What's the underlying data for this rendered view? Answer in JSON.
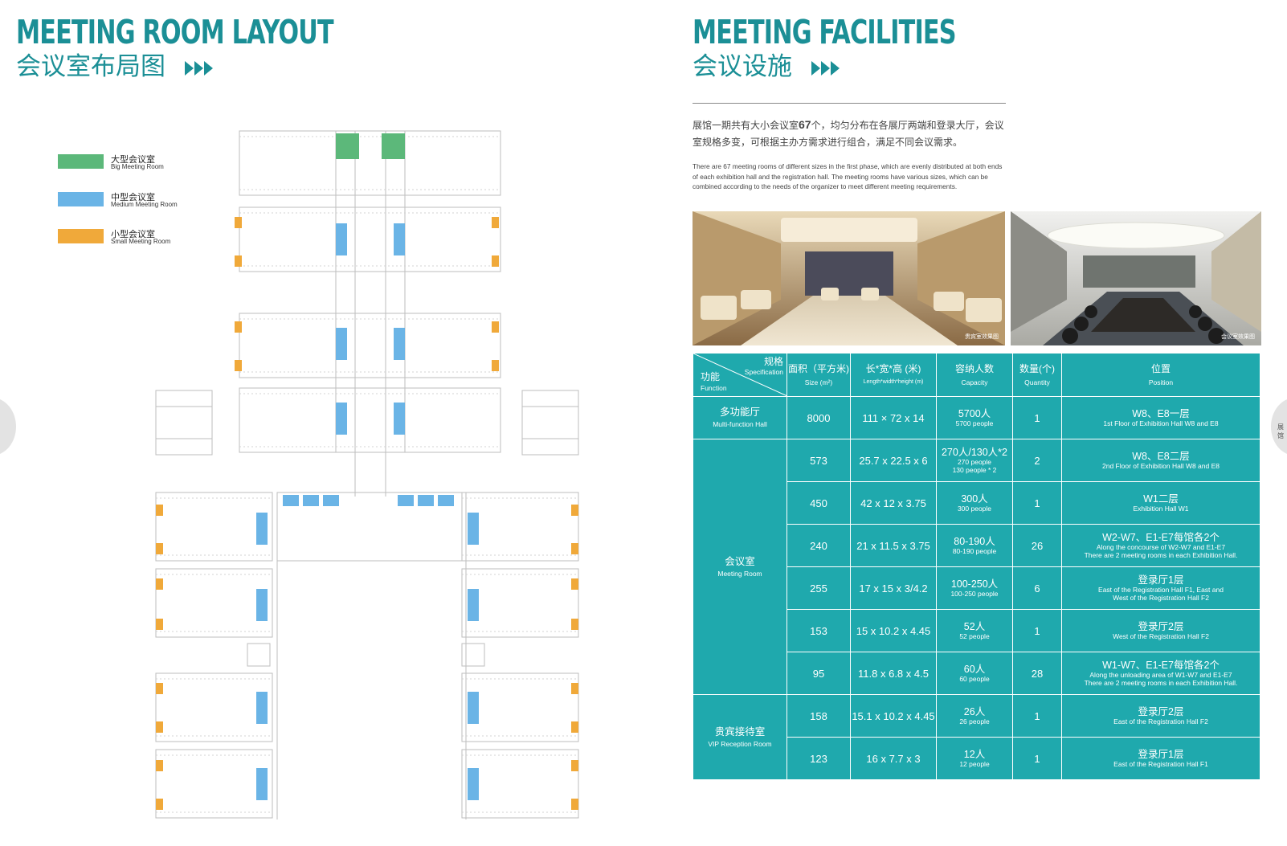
{
  "left": {
    "title_en": "MEETING ROOM LAYOUT",
    "title_cn": "会议室布局图",
    "legend": [
      {
        "cn": "大型会议室",
        "en": "Big Meeting Room",
        "color": "#5cb87a"
      },
      {
        "cn": "中型会议室",
        "en": "Medium Meeting Room",
        "color": "#6ab4e6"
      },
      {
        "cn": "小型会议室",
        "en": "Small Meeting Room",
        "color": "#f0a93a"
      }
    ]
  },
  "right": {
    "title_en": "MEETING FACILITIES",
    "title_cn": "会议设施",
    "intro_cn_before": "展馆一期共有大小会议室",
    "intro_cn_count": "67",
    "intro_cn_after": "个，均匀分布在各展厅两端和登录大厅，会议室规格多变，可根据主办方需求进行组合，满足不同会议需求。",
    "intro_en": "There are 67 meeting rooms of different sizes in the first phase, which are evenly distributed at both ends of each exhibition hall and the registration hall. The meeting rooms have various sizes, which can be combined according to the needs of the organizer to meet different meeting requirements.",
    "photo1_caption": "贵宾室效果图",
    "photo2_caption": "会议室效果图",
    "table": {
      "header": {
        "spec_cn": "规格",
        "spec_en": "Specification",
        "func_cn": "功能",
        "func_en": "Function",
        "size_cn": "面积（平方米)",
        "size_en": "Size (m²)",
        "dim_cn": "长*宽*高 (米)",
        "dim_en": "Length*width*height (m)",
        "cap_cn": "容纳人数",
        "cap_en": "Capacity",
        "qty_cn": "数量(个)",
        "qty_en": "Quantity",
        "pos_cn": "位置",
        "pos_en": "Position"
      },
      "groups": {
        "multi_cn": "多功能厅",
        "multi_en": "Multi-function Hall",
        "meeting_cn": "会议室",
        "meeting_en": "Meeting Room",
        "vip_cn": "贵宾接待室",
        "vip_en": "VIP Reception Room"
      },
      "rows": [
        {
          "size": "8000",
          "dim": "111 × 72 x 14",
          "cap_cn": "5700人",
          "cap_en": "5700 people",
          "cap_en2": "",
          "qty": "1",
          "pos_cn": "W8、E8一层",
          "pos_en": "1st Floor of Exhibition Hall W8 and E8",
          "pos_en2": ""
        },
        {
          "size": "573",
          "dim": "25.7 x 22.5 x  6",
          "cap_cn": "270人/130人*2",
          "cap_en": "270 people",
          "cap_en2": "130 people * 2",
          "qty": "2",
          "pos_cn": "W8、E8二层",
          "pos_en": "2nd Floor of Exhibition Hall W8 and E8",
          "pos_en2": ""
        },
        {
          "size": "450",
          "dim": "42 x 12 x  3.75",
          "cap_cn": "300人",
          "cap_en": "300 people",
          "cap_en2": "",
          "qty": "1",
          "pos_cn": "W1二层",
          "pos_en": "Exhibition Hall W1",
          "pos_en2": ""
        },
        {
          "size": "240",
          "dim": "21 x 11.5 x 3.75",
          "cap_cn": "80-190人",
          "cap_en": "80-190 people",
          "cap_en2": "",
          "qty": "26",
          "pos_cn": "W2-W7、E1-E7每馆各2个",
          "pos_en": "Along the concourse of W2-W7 and E1-E7",
          "pos_en2": "There are 2 meeting rooms in each Exhibition Hall."
        },
        {
          "size": "255",
          "dim": "17 x 15 x 3/4.2",
          "cap_cn": "100-250人",
          "cap_en": "100-250 people",
          "cap_en2": "",
          "qty": "6",
          "pos_cn": "登录厅1层",
          "pos_en": "East of the Registration Hall F1, East and",
          "pos_en2": "West of the Registration Hall F2"
        },
        {
          "size": "153",
          "dim": "15 x 10.2 x 4.45",
          "cap_cn": "52人",
          "cap_en": "52 people",
          "cap_en2": "",
          "qty": "1",
          "pos_cn": "登录厅2层",
          "pos_en": "West of the Registration Hall F2",
          "pos_en2": ""
        },
        {
          "size": "95",
          "dim": "11.8 x 6.8 x 4.5",
          "cap_cn": "60人",
          "cap_en": "60 people",
          "cap_en2": "",
          "qty": "28",
          "pos_cn": "W1-W7、E1-E7每馆各2个",
          "pos_en": "Along the unloading area of W1-W7 and E1-E7",
          "pos_en2": "There are 2 meeting rooms in each Exhibition Hall."
        },
        {
          "size": "158",
          "dim": "15.1 x 10.2 x 4.45",
          "cap_cn": "26人",
          "cap_en": "26 people",
          "cap_en2": "",
          "qty": "1",
          "pos_cn": "登录厅2层",
          "pos_en": "East of the Registration Hall F2",
          "pos_en2": ""
        },
        {
          "size": "123",
          "dim": "16 x 7.7 x 3",
          "cap_cn": "12人",
          "cap_en": "12 people",
          "cap_en2": "",
          "qty": "1",
          "pos_cn": "登录厅1层",
          "pos_en": "East of the Registration Hall F1",
          "pos_en2": ""
        }
      ]
    },
    "next_page_hint": "展馆"
  }
}
